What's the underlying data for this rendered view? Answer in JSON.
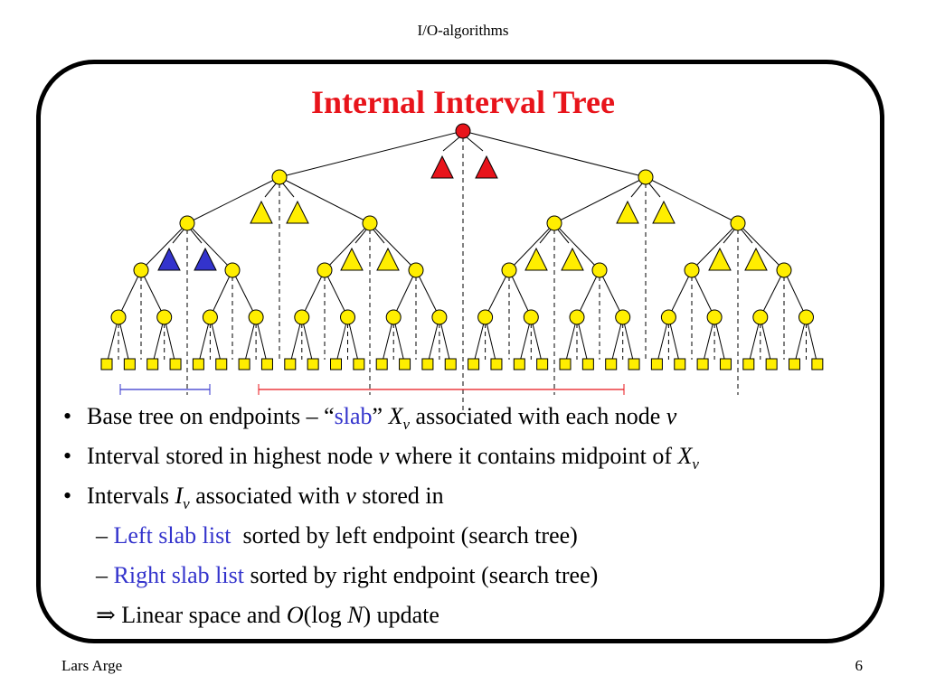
{
  "header": "I/O-algorithms",
  "title": "Internal Interval Tree",
  "bullets": [
    {
      "marker": "•",
      "a": "Base tree on endpoints – “",
      "slab": "slab",
      "b": "” ",
      "x": "X",
      "xsub": "v",
      "c": " associated with each node ",
      "v": "v"
    },
    {
      "marker": "•",
      "a": "Interval stored in highest node ",
      "v": "v",
      "b": " where it contains midpoint of ",
      "x": "X",
      "xsub": "v"
    },
    {
      "marker": "•",
      "a": "Intervals ",
      "i": "I",
      "isub": "v",
      "b": " associated with ",
      "v": "v",
      "c": " stored in"
    },
    {
      "marker": "–",
      "blue": "Left slab list",
      "rest": "  sorted by left endpoint (search tree)"
    },
    {
      "marker": "–",
      "blue": "Right slab list",
      "rest": " sorted by right endpoint (search tree)"
    },
    {
      "marker": "⇒",
      "a": " Linear space and ",
      "o": "O",
      "b": "(log ",
      "n": "N",
      "c": ") update"
    }
  ],
  "footer_left": "Lars Arge",
  "footer_right": "6",
  "colors": {
    "root": "#e8141b",
    "node": "#ffee00",
    "blue_triangle": "#3333cc",
    "blue_text": "#3333cc",
    "title": "#e8141b",
    "red_interval": "#e8141b",
    "blue_interval": "#3333cc"
  }
}
